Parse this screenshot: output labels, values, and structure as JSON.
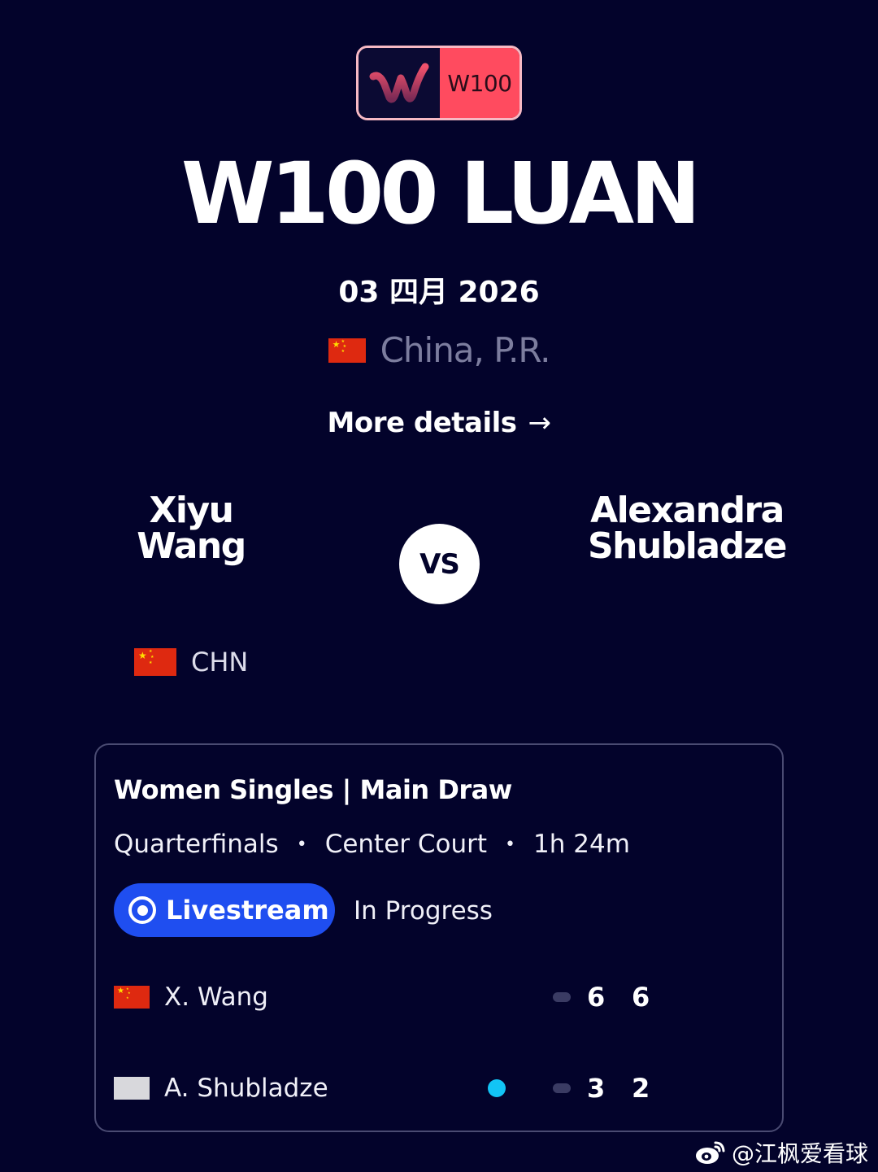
{
  "badge": {
    "logo_icon": "wtt-w-logo",
    "label": "W100"
  },
  "event": {
    "title": "W100 LUAN",
    "date": "03 四月 2026",
    "location": {
      "flag": "china-flag",
      "name": "China, P.R."
    },
    "more_details_label": "More details",
    "more_details_icon": "arrow-right-icon"
  },
  "matchup": {
    "player1": {
      "first": "Xiyu",
      "last": "Wang",
      "country_code": "CHN",
      "flag": "china-flag"
    },
    "vs_label": "VS",
    "player2": {
      "first": "Alexandra",
      "last": "Shubladze"
    }
  },
  "match_card": {
    "title": "Women Singles | Main Draw",
    "round": "Quarterfinals",
    "court": "Center Court",
    "duration": "1h 24m",
    "separator": "•",
    "livestream_label": "Livestream",
    "status": "In Progress",
    "rows": [
      {
        "name": "X. Wang",
        "flag": "china-flag",
        "serving": false,
        "sets": [
          "6",
          "6"
        ]
      },
      {
        "name": "A. Shubladze",
        "flag": "blank-flag",
        "serving": true,
        "sets": [
          "3",
          "2"
        ]
      }
    ]
  },
  "watermark": {
    "icon": "weibo-icon",
    "text": "@江枫爱看球"
  },
  "colors": {
    "background": "#03032b",
    "accent_blue": "#1f4ef0",
    "serve_dot": "#12c4f5",
    "badge_pink": "#ff4b5f"
  }
}
